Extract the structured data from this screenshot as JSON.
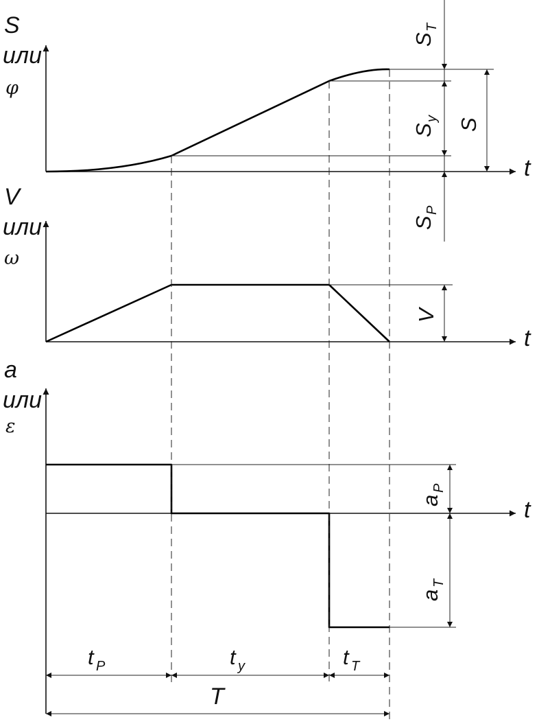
{
  "labels": {
    "s_axis": {
      "main": "S",
      "ili": "или",
      "greek": "φ"
    },
    "v_axis": {
      "main": "V",
      "ili": "или",
      "greek": "ω"
    },
    "a_axis": {
      "main": "a",
      "ili": "или",
      "greek": "ε"
    },
    "t_axis": "t",
    "dims": {
      "s_t": {
        "main": "S",
        "sub": "T"
      },
      "s_y": {
        "main": "S",
        "sub": "y"
      },
      "s": "S",
      "s_p": {
        "main": "S",
        "sub": "P"
      },
      "v": "V",
      "a_p": {
        "main": "a",
        "sub": "P"
      },
      "a_t": {
        "main": "a",
        "sub": "T"
      },
      "t_p": {
        "main": "t",
        "sub": "P"
      },
      "t_y": {
        "main": "t",
        "sub": "y"
      },
      "t_t": {
        "main": "t",
        "sub": "T"
      },
      "T": "T"
    }
  }
}
